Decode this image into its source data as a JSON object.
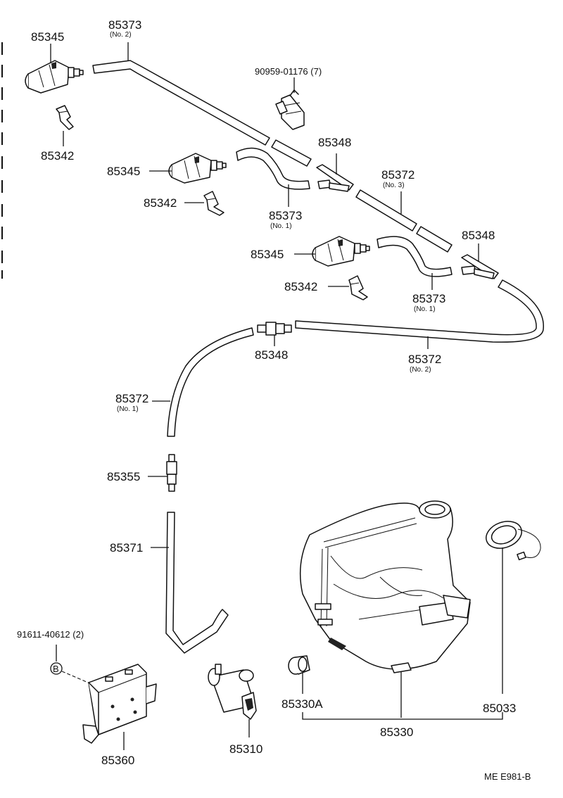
{
  "labels": {
    "nozzle_top": "85345",
    "hose_no2_top": "85373",
    "hose_no2_top_sub": "(No. 2)",
    "clamp_code": "90959-01176 (7)",
    "clip_top": "85342",
    "nozzle_mid": "85345",
    "joint_mid": "85348",
    "hose_no3": "85372",
    "hose_no3_sub": "(No. 3)",
    "clip_mid": "85342",
    "hose_no1_mid": "85373",
    "hose_no1_mid_sub": "(No. 1)",
    "joint_right": "85348",
    "nozzle_low": "85345",
    "clip_low": "85342",
    "hose_no1_low": "85373",
    "hose_no1_low_sub": "(No. 1)",
    "joint_low": "85348",
    "hose_no2_long": "85372",
    "hose_no2_long_sub": "(No. 2)",
    "hose_no1_long": "85372",
    "hose_no1_long_sub": "(No. 1)",
    "check_valve": "85355",
    "hose_lower": "85371",
    "bolt_code": "91611-40612 (2)",
    "bolt_marker": "B",
    "bracket": "85360",
    "pump": "85310",
    "grommet": "85330A",
    "tank": "85330",
    "cap": "85033",
    "figure_code": "ME E981-B"
  }
}
